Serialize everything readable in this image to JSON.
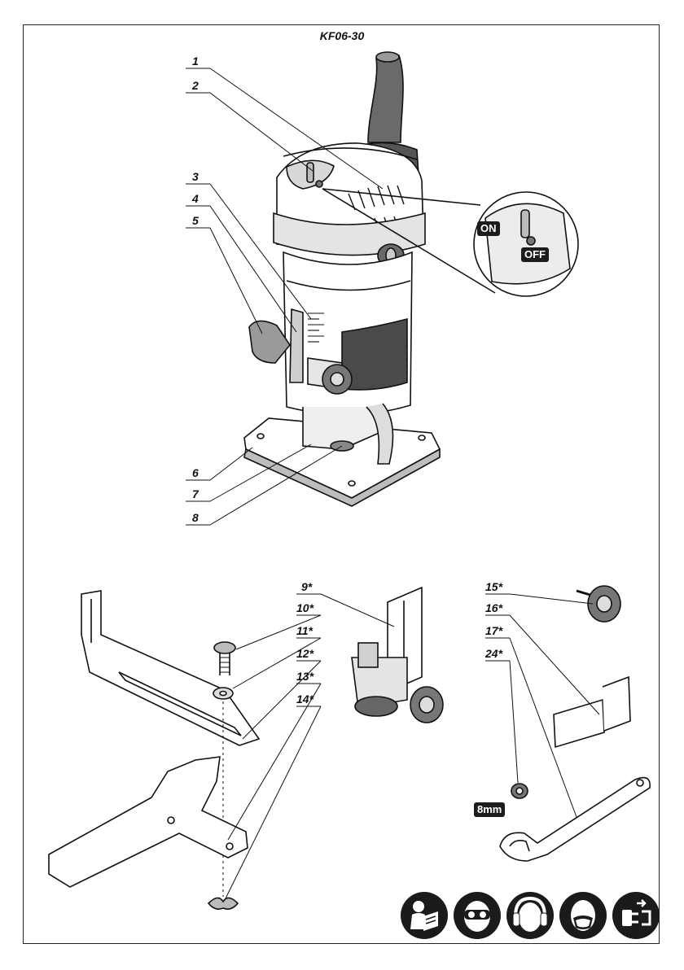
{
  "model": "KF06-30",
  "labels": {
    "l1": "1",
    "l2": "2",
    "l3": "3",
    "l4": "4",
    "l5": "5",
    "l6": "6",
    "l7": "7",
    "l8": "8",
    "l9": "9*",
    "l10": "10*",
    "l11": "11*",
    "l12": "12*",
    "l13": "13*",
    "l14": "14*",
    "l15": "15*",
    "l16": "16*",
    "l17": "17*",
    "l24": "24*"
  },
  "badges": {
    "on": "ON",
    "off": "OFF",
    "wrench_size": "8mm"
  },
  "safety_icons": [
    "read-manual-icon",
    "eye-protection-icon",
    "ear-protection-icon",
    "dust-mask-icon",
    "unplug-icon"
  ]
}
